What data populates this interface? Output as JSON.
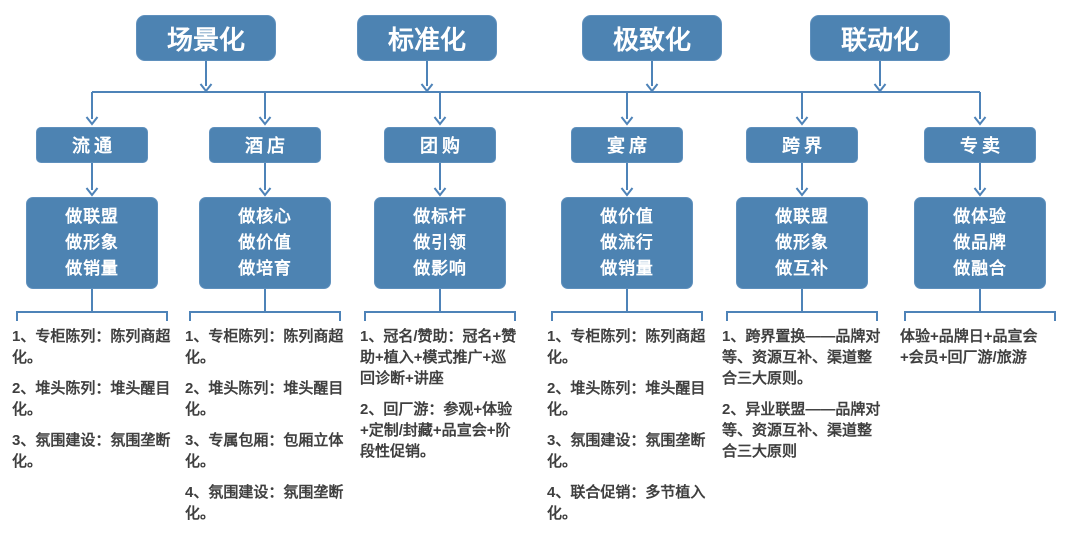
{
  "palette": {
    "box_fill": "#4d83b2",
    "box_border": "#5f90bd",
    "connector_color": "#4e83b8",
    "box_text_color": "#ffffff",
    "body_text_color": "#3f3f3f",
    "background": "#ffffff"
  },
  "top_headers": [
    {
      "label": "场景化"
    },
    {
      "label": "标准化"
    },
    {
      "label": "极致化"
    },
    {
      "label": "联动化"
    }
  ],
  "columns": [
    {
      "channel": "流通",
      "strategy": [
        "做联盟",
        "做形象",
        "做销量"
      ],
      "tactics": [
        "1、专柜陈列：陈列商超化。",
        "2、堆头陈列：堆头醒目化。",
        "3、氛围建设：氛围垄断化。"
      ]
    },
    {
      "channel": "酒店",
      "strategy": [
        "做核心",
        "做价值",
        "做培育"
      ],
      "tactics": [
        "1、专柜陈列：陈列商超化。",
        "2、堆头陈列：堆头醒目化。",
        "3、专属包厢：包厢立体化。",
        "4、氛围建设：氛围垄断化。"
      ]
    },
    {
      "channel": "团购",
      "strategy": [
        "做标杆",
        "做引领",
        "做影响"
      ],
      "tactics": [
        "1、冠名/赞助：冠名+赞助+植入+模式推广+巡回诊断+讲座",
        "2、回厂游：参观+体验+定制/封藏+品宣会+阶段性促销。"
      ]
    },
    {
      "channel": "宴席",
      "strategy": [
        "做价值",
        "做流行",
        "做销量"
      ],
      "tactics": [
        "1、专柜陈列：陈列商超化。",
        "2、堆头陈列：堆头醒目化。",
        "3、氛围建设：氛围垄断化。",
        "4、联合促销：多节植入化。"
      ]
    },
    {
      "channel": "跨界",
      "strategy": [
        "做联盟",
        "做形象",
        "做互补"
      ],
      "tactics": [
        "1、跨界置换——品牌对等、资源互补、渠道整合三大原则。",
        "2、异业联盟——品牌对等、资源互补、渠道整合三大原则"
      ]
    },
    {
      "channel": "专卖",
      "strategy": [
        "做体验",
        "做品牌",
        "做融合"
      ],
      "tactics": [
        "体验+品牌日+品宣会+会员+回厂游/旅游"
      ]
    }
  ]
}
